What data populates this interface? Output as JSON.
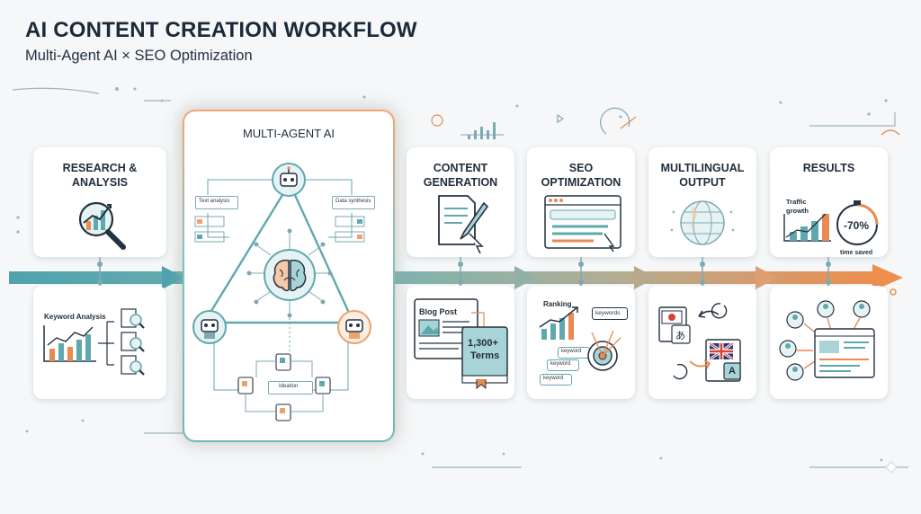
{
  "header": {
    "title": "AI CONTENT CREATION WORKFLOW",
    "subtitle": "Multi-Agent AI × SEO Optimization"
  },
  "stages": {
    "research": {
      "title_line1": "RESEARCH &",
      "title_line2": "ANALYSIS",
      "panel_label": "Keyword Analysis"
    },
    "multi_agent": {
      "title": "MULTI-AGENT AI",
      "left_box": "Text analysis",
      "right_box": "Data synthesis",
      "center_box": "Ideation"
    },
    "content": {
      "title_line1": "CONTENT",
      "title_line2": "GENERATION",
      "blog_label": "Blog Post",
      "terms_count": "1,300+",
      "terms_label": "Terms"
    },
    "seo": {
      "title_line1": "SEO",
      "title_line2": "OPTIMIZATION",
      "ranking_label": "Ranking",
      "keywords_tag": "keywords",
      "keyword_tags": [
        "keyword",
        "keyword",
        "keyword"
      ]
    },
    "multilingual": {
      "title_line1": "MULTILINGUAL",
      "title_line2": "OUTPUT",
      "glyph_ja": "あ",
      "glyph_a": "A"
    },
    "results": {
      "title": "RESULTS",
      "traffic_line1": "Traffic",
      "traffic_line2": "growth",
      "percent": "-70%",
      "time_saved": "time saved"
    }
  },
  "colors": {
    "teal": "#5fa9ae",
    "orange": "#f0a06b",
    "dark": "#1f2d3a",
    "accent_orange": "#e98a52",
    "background": "#f5f7f8"
  },
  "icons": [
    "magnifier-chart-icon",
    "robot-icon",
    "brain-icon",
    "document-pen-icon",
    "browser-search-icon",
    "globe-icon",
    "target-icon",
    "stopwatch-icon",
    "users-icon",
    "flag-japan-icon",
    "flag-uk-icon"
  ]
}
